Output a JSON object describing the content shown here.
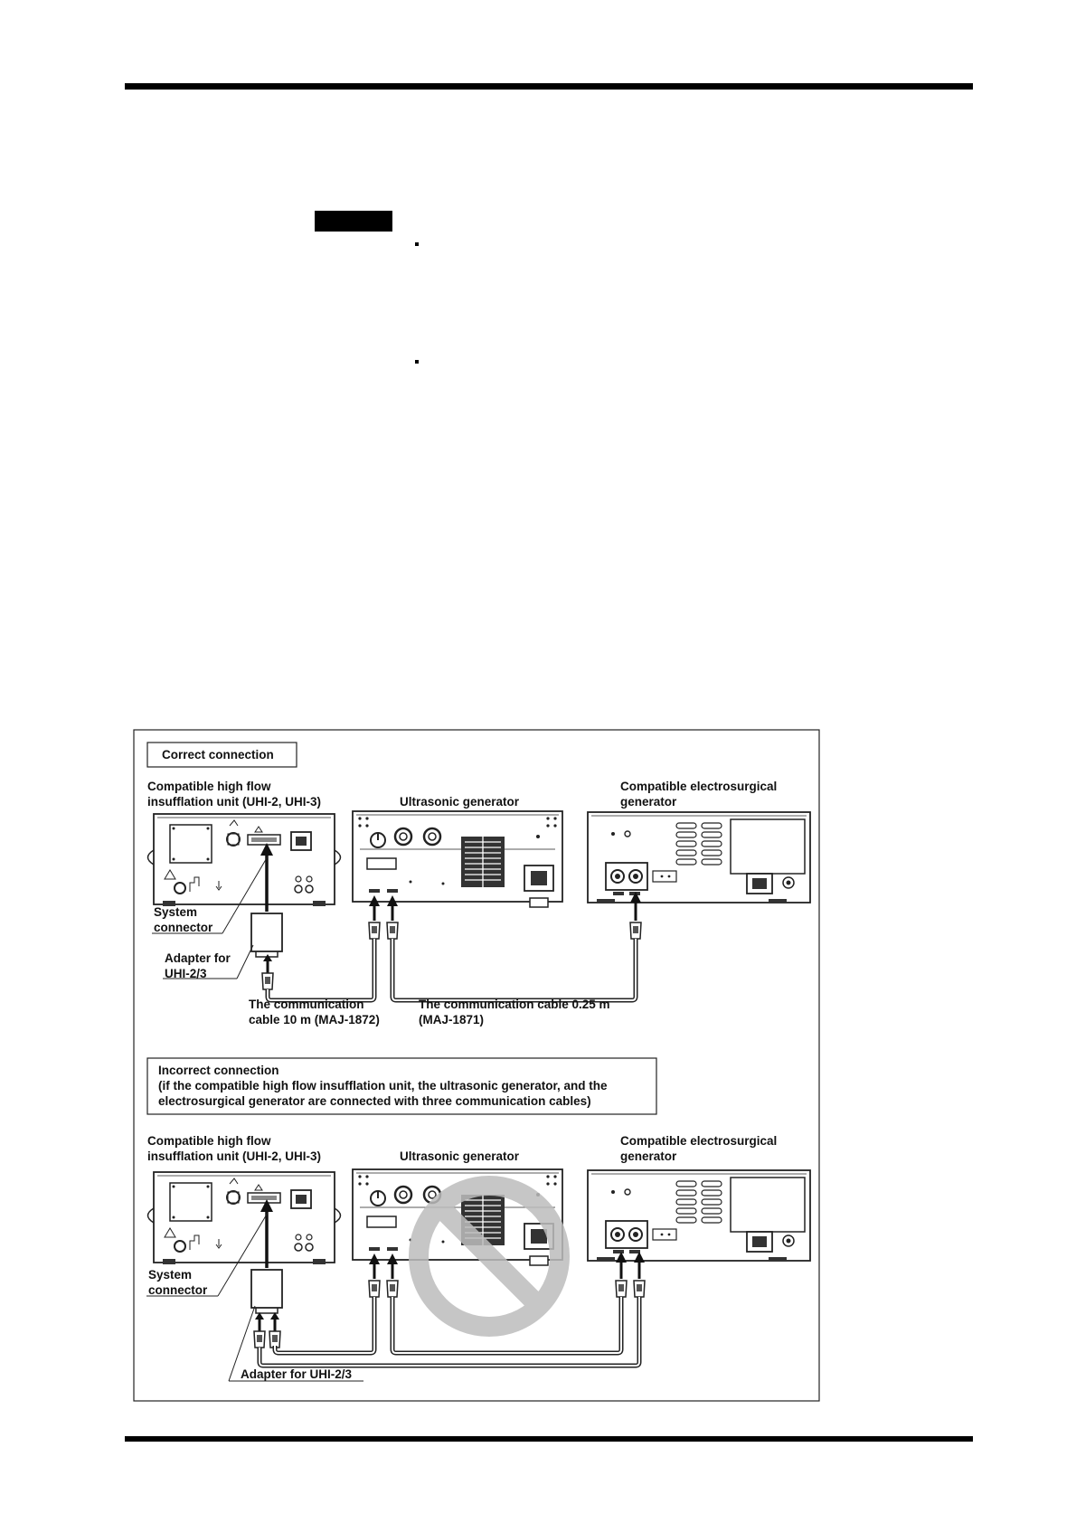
{
  "labels": {
    "correct_heading": "Correct connection",
    "uhi_line1": "Compatible high flow",
    "uhi_line2": "insufflation unit (UHI-2, UHI-3)",
    "ultrasonic": "Ultrasonic generator",
    "esg_line1": "Compatible electrosurgical",
    "esg_line2": "generator",
    "system_line1": "System",
    "system_line2": "connector",
    "adapter_line1": "Adapter for",
    "adapter_line2": "UHI-2/3",
    "cable10_line1": "The communication",
    "cable10_line2": "cable 10 m (MAJ-1872)",
    "cable025_line1": "The communication cable 0.25 m",
    "cable025_line2": "(MAJ-1871)",
    "incorrect_line1": "Incorrect connection",
    "incorrect_line2": "(if the compatible high flow insufflation unit, the ultrasonic generator, and the",
    "incorrect_line3": "electrosurgical generator are connected with three communication cables)",
    "adapter_single": "Adapter for UHI-2/3"
  }
}
